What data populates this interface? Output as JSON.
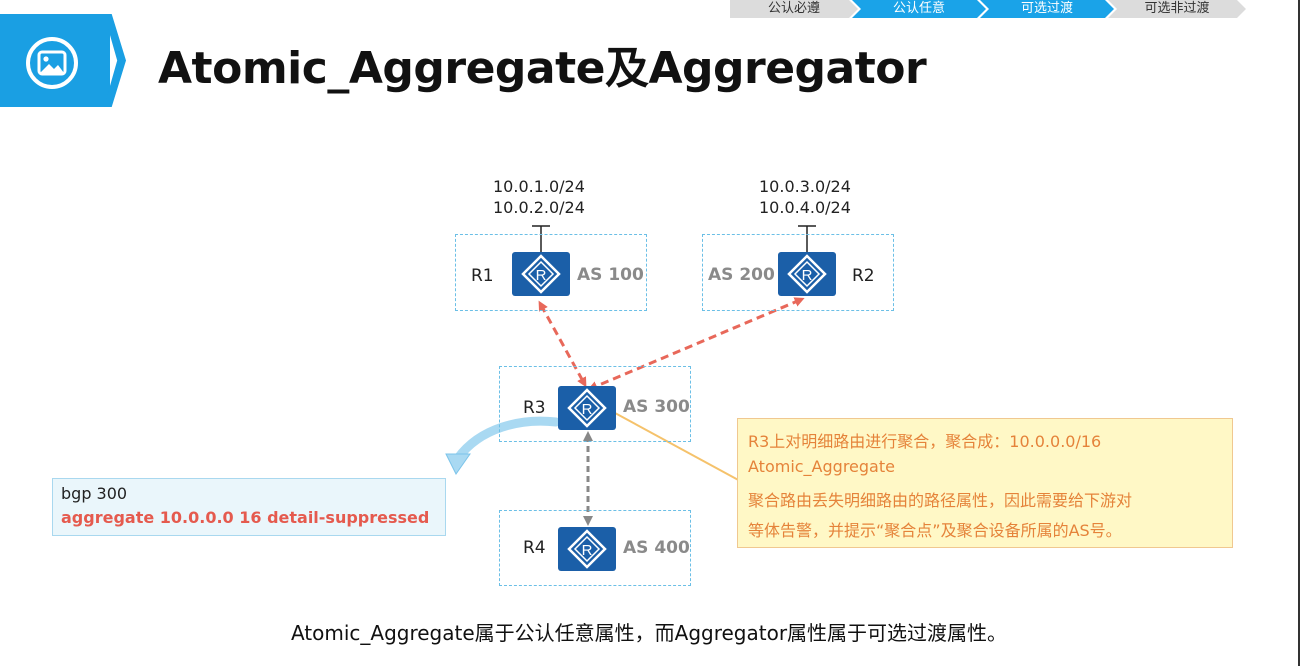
{
  "tabs": [
    {
      "label": "公认必遵",
      "active": false
    },
    {
      "label": "公认任意",
      "active": true
    },
    {
      "label": "可选过渡",
      "active": true
    },
    {
      "label": "可选非过渡",
      "active": false
    }
  ],
  "header": {
    "title": "Atomic_Aggregate及Aggregator",
    "logo_icon": "image-icon",
    "accent_color": "#1a9fe3"
  },
  "diagram": {
    "r1": {
      "name": "R1",
      "as": "AS 100",
      "networks": [
        "10.0.1.0/24",
        "10.0.2.0/24"
      ]
    },
    "r2": {
      "name": "R2",
      "as": "AS 200",
      "networks": [
        "10.0.3.0/24",
        "10.0.4.0/24"
      ]
    },
    "r3": {
      "name": "R3",
      "as": "AS 300"
    },
    "r4": {
      "name": "R4",
      "as": "AS 400"
    },
    "router_icon": "router-icon",
    "link_colors": {
      "update": "#e8685a",
      "r3_r4": "#888888",
      "note_pointer": "#f5c26b"
    }
  },
  "config": {
    "line1": "bgp 300",
    "line2": "aggregate 10.0.0.0 16 detail-suppressed"
  },
  "note": {
    "line1": "R3上对明细路由进行聚合，聚合成：10.0.0.0/16",
    "line2": "Atomic_Aggregate",
    "line3": "聚合路由丢失明细路由的路径属性，因此需要给下游对",
    "line4": "等体告警，并提示“聚合点”及聚合设备所属的AS号。"
  },
  "footer": {
    "text": "Atomic_Aggregate属于公认任意属性，而Aggregator属性属于可选过渡属性。"
  }
}
